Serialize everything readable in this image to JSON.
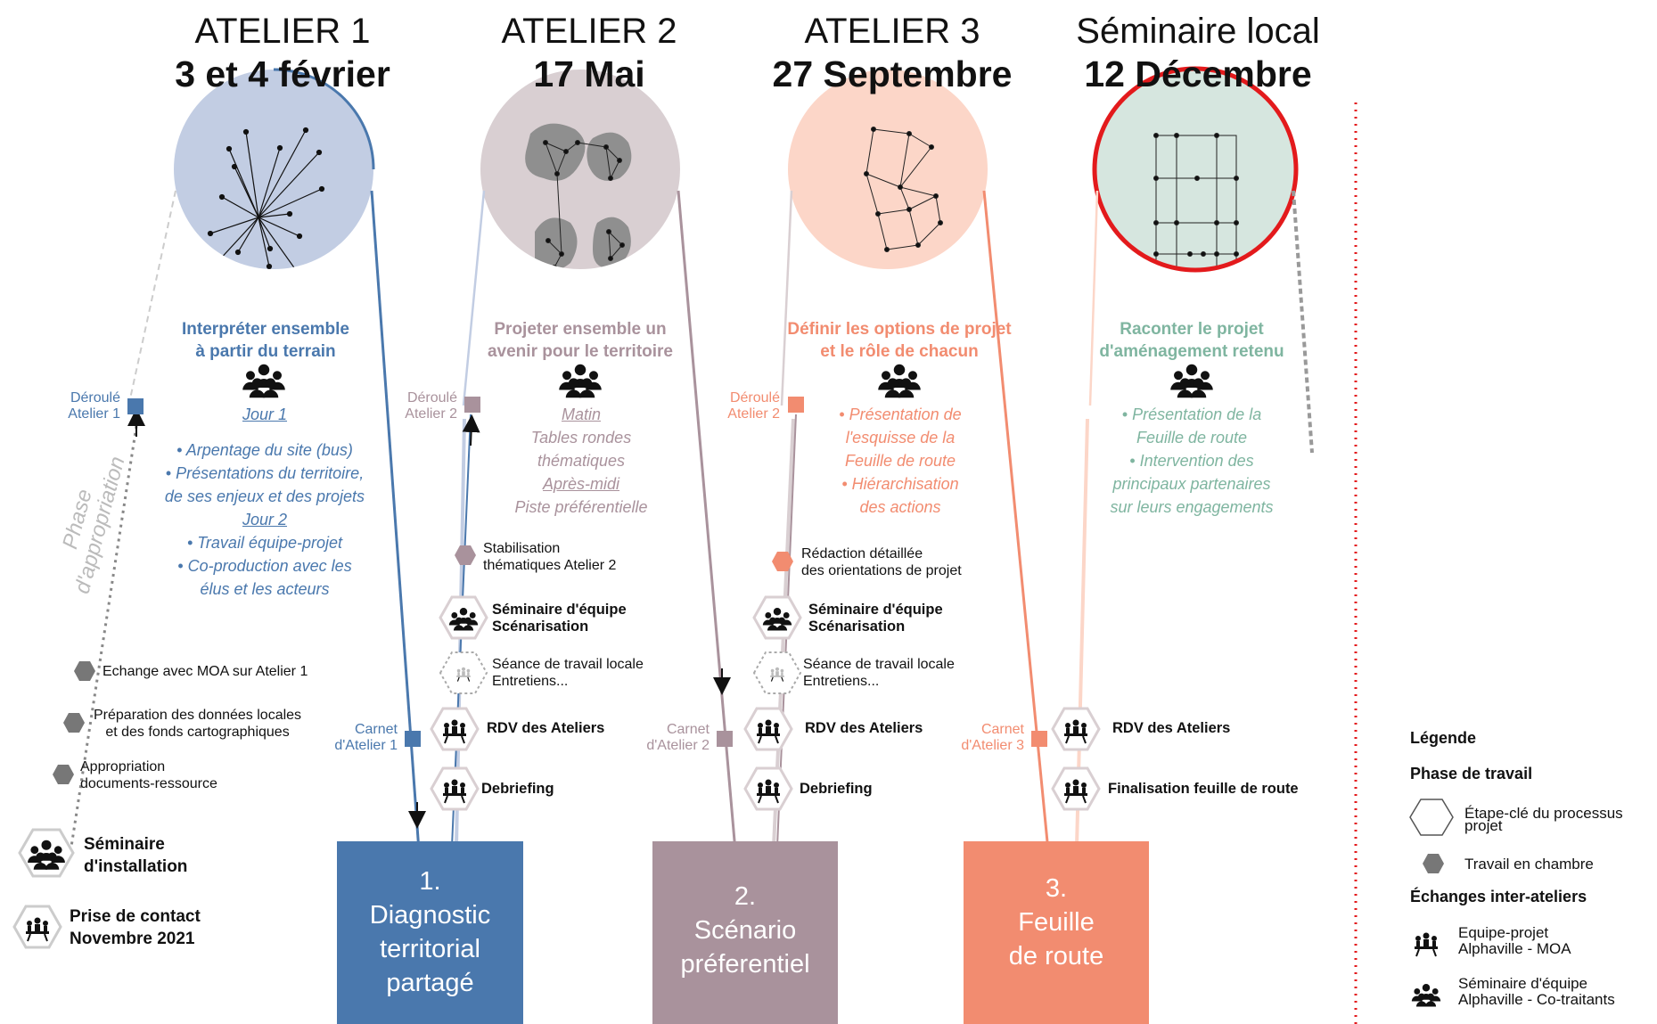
{
  "workshops": [
    {
      "label": "ATELIER 1",
      "date": "3 et 4 février"
    },
    {
      "label": "ATELIER 2",
      "date": "17 Mai"
    },
    {
      "label": "ATELIER 3",
      "date": "27 Septembre"
    },
    {
      "label": "Séminaire local",
      "date": "12 Décembre"
    }
  ],
  "titles": [
    {
      "line1": "Interpréter ensemble",
      "line2": "à partir du terrain"
    },
    {
      "line1": "Projeter ensemble un",
      "line2": "avenir pour le territoire"
    },
    {
      "line1": "Définir les options de projet",
      "line2": "et le rôle de chacun"
    },
    {
      "line1": "Raconter le projet",
      "line2": "d'aménagement retenu"
    }
  ],
  "col1": {
    "jour1": "Jour 1",
    "b1": "• Arpentage du site (bus)",
    "b2": "• Présentations du territoire,",
    "b3": "de ses enjeux et des projets",
    "jour2": "Jour 2",
    "b4": "• Travail équipe-projet",
    "b5": "• Co-production avec les",
    "b6": "élus et les acteurs"
  },
  "col2": {
    "matin": "Matin",
    "b1": "Tables rondes",
    "b2": "thématiques",
    "apres": "Après-midi",
    "b3": "Piste préférentielle"
  },
  "col3": {
    "b1": "• Présentation de",
    "b2": "l'esquisse de la",
    "b3": "Feuille de route",
    "b4": "• Hiérarchisation",
    "b5": "des actions"
  },
  "col4": {
    "b1": "• Présentation de la",
    "b2": "Feuille de route",
    "b3": "• Intervention des",
    "b4": "principaux partenaires",
    "b5": "sur leurs engagements"
  },
  "deroules": [
    {
      "l1": "Déroulé",
      "l2": "Atelier 1"
    },
    {
      "l1": "Déroulé",
      "l2": "Atelier 2"
    },
    {
      "l1": "Déroulé",
      "l2": "Atelier 2"
    }
  ],
  "carnets": [
    {
      "l1": "Carnet",
      "l2": "d'Atelier 1"
    },
    {
      "l1": "Carnet",
      "l2": "d'Atelier 2"
    },
    {
      "l1": "Carnet",
      "l2": "d'Atelier 3"
    }
  ],
  "phase": {
    "l1": "Phase",
    "l2": "d'appropriation"
  },
  "left_steps": {
    "echange": "Echange avec MOA sur Atelier 1",
    "prep1": "Préparation des données locales",
    "prep2": "et des fonds cartographiques",
    "approp1": "Appropriation",
    "approp2": "documents-ressource",
    "sem1": "Séminaire",
    "sem2": "d'installation",
    "prise1": "Prise de contact",
    "prise2": "Novembre 2021"
  },
  "mid_steps": {
    "stab1": "Stabilisation",
    "stab2": "thématiques Atelier 2",
    "redac1": "Rédaction détaillée",
    "redac2": "des orientations de projet",
    "sem1": "Séminaire d'équipe",
    "sem2": "Scénarisation",
    "seance1": "Séance de travail locale",
    "seance2": "Entretiens...",
    "rdv": "RDV des Ateliers",
    "debrief": "Debriefing",
    "final": "Finalisation feuille de route"
  },
  "deliverables": [
    {
      "num": "1.",
      "l1": "Diagnostic",
      "l2": "territorial",
      "l3": "partagé"
    },
    {
      "num": "2.",
      "l1": "Scénario",
      "l2": "préferentiel",
      "l3": ""
    },
    {
      "num": "3.",
      "l1": "Feuille",
      "l2": "de route",
      "l3": ""
    }
  ],
  "legend": {
    "title": "Légende",
    "phase_title": "Phase de travail",
    "etape1": "Étape-clé du processus",
    "etape2": "projet",
    "travail": "Travail en chambre",
    "echanges_title": "Échanges inter-ateliers",
    "equipe1": "Equipe-projet",
    "equipe2": "Alphaville - MOA",
    "semi1": "Séminaire d'équipe",
    "semi2": "Alphaville - Co-traitants"
  },
  "colors": {
    "blue": "#4a78ad",
    "blue_light": "#c2cde3",
    "mauve": "#a9929c",
    "mauve_light": "#d9cfd2",
    "salmon": "#f28c70",
    "salmon_light": "#fcd6c8",
    "green": "#7fb5a0",
    "green_light": "#d6e6df",
    "red": "#e31a1c",
    "grey": "#888888"
  },
  "icons": [
    "people-group-icon",
    "meeting-table-icon",
    "hexagon-icon",
    "team-seminar-icon"
  ]
}
